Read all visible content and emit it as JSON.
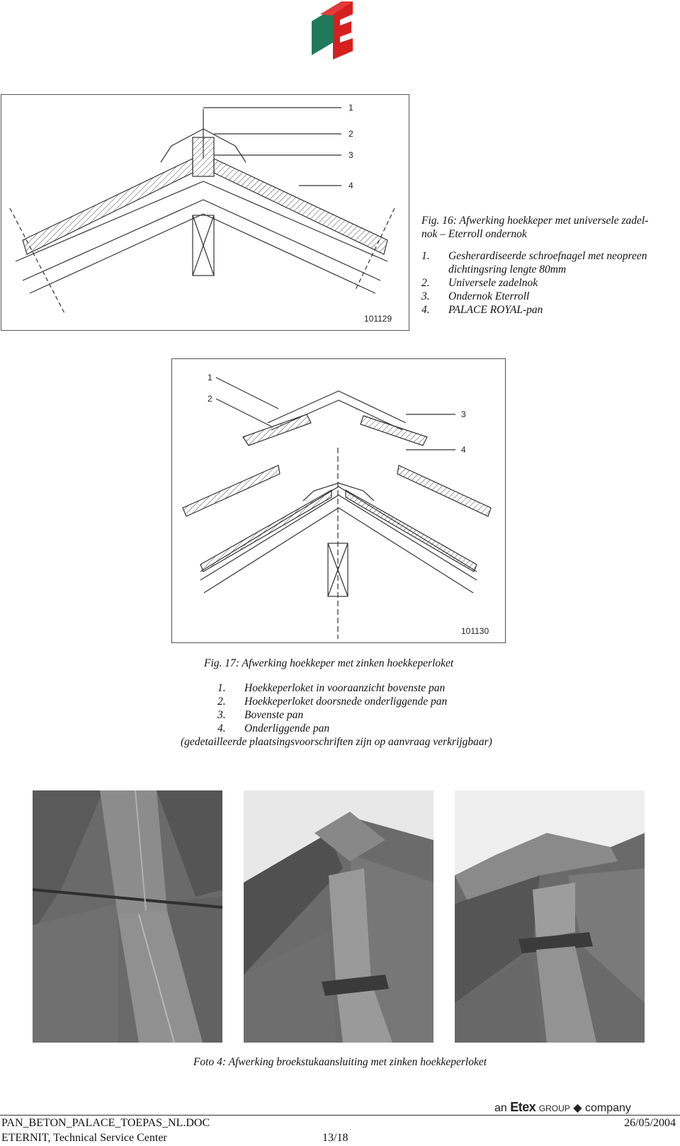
{
  "fig16": {
    "callouts": [
      "1",
      "2",
      "3",
      "4"
    ],
    "code": "101129",
    "title": "Fig. 16: Afwerking hoekkeper met universele zadel-nok – Eterroll ondernok",
    "title_line1": "Fig. 16: Afwerking hoekkeper met universele zadel-",
    "title_line2": "nok – Eterroll ondernok",
    "items": [
      {
        "num": "1.",
        "text": "Gesherardiseerde schroefnagel met neopreen dichtingsring lengte 80mm",
        "line1": "Gesherardiseerde schroefnagel met neopreen",
        "line2": "dichtingsring lengte 80mm"
      },
      {
        "num": "2.",
        "text": "Universele zadelnok"
      },
      {
        "num": "3.",
        "text": "Ondernok Eterroll"
      },
      {
        "num": "4.",
        "text": "PALACE ROYAL-pan"
      }
    ]
  },
  "fig17": {
    "callouts": [
      "1",
      "2",
      "3",
      "4"
    ],
    "code": "101130",
    "title": "Fig. 17: Afwerking hoekkeper met zinken hoekkeperloket",
    "items": [
      {
        "num": "1.",
        "text": "Hoekkeperloket in vooraanzicht bovenste pan"
      },
      {
        "num": "2.",
        "text": "Hoekkeperloket doorsnede onderliggende pan"
      },
      {
        "num": "3.",
        "text": "Bovenste pan"
      },
      {
        "num": "4.",
        "text": "Onderliggende pan"
      }
    ],
    "note": "(gedetailleerde plaatsingsvoorschriften zijn op aanvraag verkrijgbaar)"
  },
  "photo_caption": "Foto 4: Afwerking broekstukaansluiting met zinken hoekkeperloket",
  "brand": {
    "prefix": "an",
    "name": "Etex",
    "suffix": "GROUP",
    "company": "company"
  },
  "footer": {
    "doc": "PAN_BETON_PALACE_TOEPAS_NL.DOC",
    "date": "26/05/2004",
    "center": "ETERNIT, Technical Service Center",
    "page": "13/18"
  },
  "icons": {
    "logo": "eternit-logo-icon",
    "company": "etex-company-icon"
  }
}
